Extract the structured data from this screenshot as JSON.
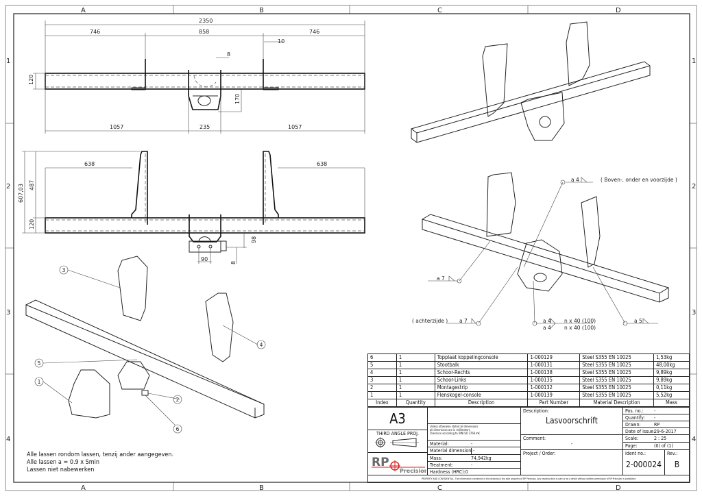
{
  "border": {
    "columns": [
      "A",
      "B",
      "C",
      "D"
    ],
    "rows": [
      "1",
      "2",
      "3",
      "4"
    ]
  },
  "view_top": {
    "dims": {
      "overall": "2350",
      "left": "746",
      "middle": "858",
      "right": "746",
      "plate_thk": "10",
      "console_thk": "8",
      "height": "120",
      "console_depth": "170",
      "bottom_left": "1057",
      "bottom_mid": "235",
      "bottom_right": "1057"
    }
  },
  "view_front": {
    "dims": {
      "overall_height": "607,03",
      "plate_height": "487",
      "beam_height": "120",
      "left": "638",
      "right": "638",
      "hole_spacing": "90",
      "offset": "98",
      "strip_thk": "8"
    }
  },
  "balloons": [
    "1",
    "2",
    "3",
    "4",
    "5",
    "6"
  ],
  "welds": {
    "a4_top": "a 4",
    "a4_top_note": "( Boven-, onder en voorzijde )",
    "a7_left": "a 7",
    "a7_back": "a 7",
    "a7_back_note": "( achterzijde )",
    "a4_stitch_1": "a 4",
    "a4_stitch_1_spec": "n x 40 (100)",
    "a4_stitch_2": "a 4",
    "a4_stitch_2_spec": "n x 40 (100)",
    "a5": "a 5"
  },
  "notes": [
    "Alle lassen rondom lassen, tenzij ander aangegeven.",
    "Alle lassen a = 0.9 x Smin",
    "Lassen niet nabewerken"
  ],
  "bom": {
    "headers": [
      "Index",
      "Quantity",
      "Description",
      "Part Number",
      "Material Description",
      "Mass"
    ],
    "rows": [
      [
        "6",
        "1",
        "Topplaat koppelingconsole",
        "1-000129",
        "Steel S355 EN 10025",
        "1,53kg"
      ],
      [
        "5",
        "1",
        "Stootbalk",
        "1-000131",
        "Steel S355 EN 10025",
        "48,00kg"
      ],
      [
        "4",
        "1",
        "Schoor-Rechts",
        "1-000138",
        "Steel S355 EN 10025",
        "9,89kg"
      ],
      [
        "3",
        "1",
        "Schoor-Links",
        "1-000135",
        "Steel S355 EN 10025",
        "9,89kg"
      ],
      [
        "2",
        "1",
        "Montagestrip",
        "1-000132",
        "Steel S355 EN 10025",
        "0,11kg"
      ],
      [
        "1",
        "1",
        "Flenskogel-console",
        "1-000139",
        "Steel S355 EN 10025",
        "5,52kg"
      ]
    ]
  },
  "title_block": {
    "format": "A3",
    "projection": "THIRD ANGLE PROJ.",
    "logo": "RP Precision",
    "tolerance_note": [
      "Unless otherwise stated all dimensions",
      "all dimensions are in millimeters",
      "Tolerance according to DIN ISO 2768 mK"
    ],
    "material_label": "Material:",
    "material": "-",
    "material_dim_label": "Material dimension:",
    "material_dim": "-",
    "mass_label": "Mass:",
    "mass": "74,942kg",
    "treatment_label": "Treatment:",
    "treatment": "-",
    "hardness_label": "Hardness (HRC):",
    "hardness": "0",
    "description_label": "Description:",
    "description": "Lasvoorschrift",
    "comment_label": "Comment:",
    "comment": "-",
    "project_label": "Project / Order:",
    "pos_label": "Pos. no.:",
    "pos": "-",
    "qty_label": "Quantify:",
    "qty": "-",
    "drawn_label": "Drawn:",
    "drawn": "RP",
    "date_label": "Date of issue:",
    "date": "29-6-2017",
    "scale_label": "Scale:",
    "scale": "2 : 25",
    "page_label": "Page:",
    "page": "(0) of (1)",
    "ident_label": "Ident no.:",
    "ident": "2-000024",
    "rev_label": "Rev.:",
    "rev": "B",
    "footer": "PROPERTY AND CONFIDENTIAL. The information contained in this drawing is the sole property of RP Precision. Any reproduction in part or as a whole without written permission of RP Precision is prohibited"
  }
}
